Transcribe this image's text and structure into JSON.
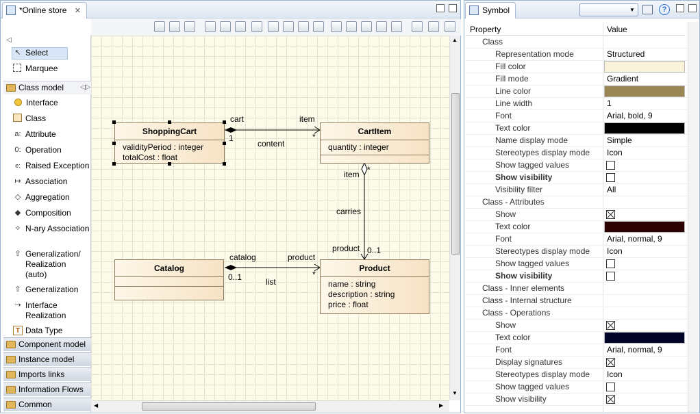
{
  "editor": {
    "tab_title": "*Online store",
    "tab_icon": "class-diagram-icon",
    "palette": {
      "tools": [
        {
          "label": "Select",
          "icon": "arrow-cursor-icon"
        },
        {
          "label": "Marquee",
          "icon": "marquee-icon"
        }
      ],
      "sections": [
        {
          "label": "Class model"
        },
        {
          "label": "Component model"
        },
        {
          "label": "Instance model"
        },
        {
          "label": "Imports links"
        },
        {
          "label": "Information Flows"
        },
        {
          "label": "Common"
        }
      ],
      "class_model_items": [
        {
          "label": "Interface",
          "icon": "interface-icon"
        },
        {
          "label": "Class",
          "icon": "class-icon"
        },
        {
          "label": "Attribute",
          "icon": "attribute-icon"
        },
        {
          "label": "Operation",
          "icon": "operation-icon"
        },
        {
          "label": "Raised Exception",
          "icon": "exception-icon"
        },
        {
          "label": "Association",
          "icon": "association-icon"
        },
        {
          "label": "Aggregation",
          "icon": "aggregation-icon"
        },
        {
          "label": "Composition",
          "icon": "composition-icon"
        },
        {
          "label": "N-ary Association",
          "icon": "nary-association-icon"
        },
        {
          "label": "Generalization/ Realization (auto)",
          "icon": "generalization-auto-icon"
        },
        {
          "label": "Generalization",
          "icon": "generalization-icon"
        },
        {
          "label": "Interface Realization",
          "icon": "realization-icon"
        },
        {
          "label": "Data Type",
          "icon": "datatype-icon"
        }
      ]
    },
    "diagram": {
      "classes": {
        "shoppingcart": {
          "name": "ShoppingCart",
          "attrs": [
            "validityPeriod : integer",
            "totalCost : float"
          ]
        },
        "cartitem": {
          "name": "CartItem",
          "attrs": [
            "quantity : integer"
          ]
        },
        "catalog": {
          "name": "Catalog",
          "attrs": []
        },
        "product": {
          "name": "Product",
          "attrs": [
            "name : string",
            "description : string",
            "price : float"
          ]
        }
      },
      "labels": {
        "cart": "cart",
        "item_top": "item",
        "mult_1": "1",
        "mult_star_top": "*",
        "content": "content",
        "item_vertical": "item",
        "mult_star_vertical": "*",
        "carries": "carries",
        "product_vertical": "product",
        "mult_0_1_vertical": "0..1",
        "catalog": "catalog",
        "product_bottom": "product",
        "mult_0_1_bottom": "0..1",
        "list": "list",
        "mult_star_bottom": "*"
      }
    }
  },
  "symbol": {
    "tab_title": "Symbol",
    "headers": {
      "property": "Property",
      "value": "Value"
    },
    "rows": [
      {
        "name": "Class",
        "level": 0
      },
      {
        "name": "Representation mode",
        "level": 1,
        "value": "Structured"
      },
      {
        "name": "Fill color",
        "level": 1,
        "color": "#fbf2da"
      },
      {
        "name": "Fill mode",
        "level": 1,
        "value": "Gradient"
      },
      {
        "name": "Line color",
        "level": 1,
        "color": "#9a8554"
      },
      {
        "name": "Line width",
        "level": 1,
        "value": "1"
      },
      {
        "name": "Font",
        "level": 1,
        "value": "Arial, bold, 9"
      },
      {
        "name": "Text color",
        "level": 1,
        "color": "#000000"
      },
      {
        "name": "Name display mode",
        "level": 1,
        "value": "Simple"
      },
      {
        "name": "Stereotypes display mode",
        "level": 1,
        "value": "Icon"
      },
      {
        "name": "Show tagged values",
        "level": 1,
        "check": false
      },
      {
        "name": "Show visibility",
        "level": 1,
        "check": false,
        "bold": true
      },
      {
        "name": "Visibility filter",
        "level": 1,
        "value": "All"
      },
      {
        "name": "Class - Attributes",
        "level": 0
      },
      {
        "name": "Show",
        "level": 1,
        "check": true
      },
      {
        "name": "Text color",
        "level": 1,
        "color": "#2a0000"
      },
      {
        "name": "Font",
        "level": 1,
        "value": "Arial, normal, 9"
      },
      {
        "name": "Stereotypes display mode",
        "level": 1,
        "value": "Icon"
      },
      {
        "name": "Show tagged values",
        "level": 1,
        "check": false
      },
      {
        "name": "Show visibility",
        "level": 1,
        "check": false,
        "bold": true
      },
      {
        "name": "Class - Inner elements",
        "level": 0
      },
      {
        "name": "Class - Internal structure",
        "level": 0
      },
      {
        "name": "Class - Operations",
        "level": 0
      },
      {
        "name": "Show",
        "level": 1,
        "check": true
      },
      {
        "name": "Text color",
        "level": 1,
        "color": "#000426"
      },
      {
        "name": "Font",
        "level": 1,
        "value": "Arial, normal, 9"
      },
      {
        "name": "Display signatures",
        "level": 1,
        "check": true
      },
      {
        "name": "Stereotypes display mode",
        "level": 1,
        "value": "Icon"
      },
      {
        "name": "Show tagged values",
        "level": 1,
        "check": false
      },
      {
        "name": "Show visibility",
        "level": 1,
        "check": true
      }
    ]
  }
}
